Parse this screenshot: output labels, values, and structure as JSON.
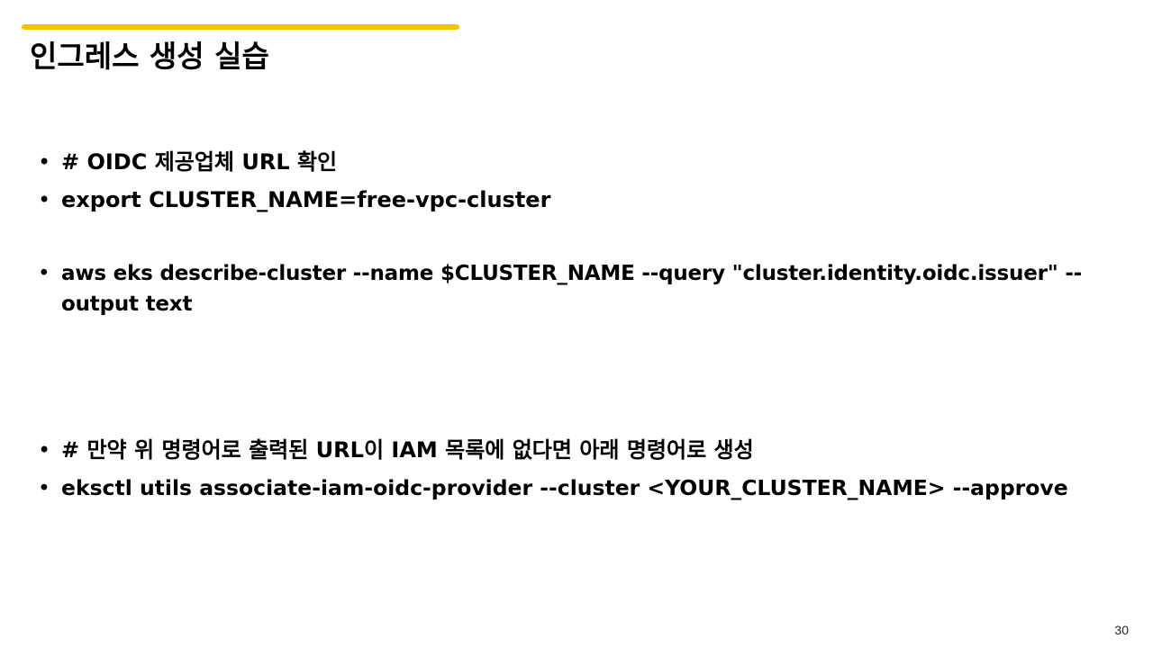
{
  "slide": {
    "title": "인그레스 생성 실습",
    "accent_color": "#F5C400",
    "bullet_char": "•",
    "bullets": [
      "# OIDC 제공업체 URL 확인",
      "export CLUSTER_NAME=free-vpc-cluster",
      "aws eks describe-cluster --name $CLUSTER_NAME --query \"cluster.identity.oidc.issuer\" --output text",
      "# 만약 위 명령어로 출력된 URL이 IAM 목록에 없다면 아래 명령어로 생성",
      "eksctl utils associate-iam-oidc-provider --cluster <YOUR_CLUSTER_NAME> --approve"
    ],
    "page_number": "30"
  }
}
